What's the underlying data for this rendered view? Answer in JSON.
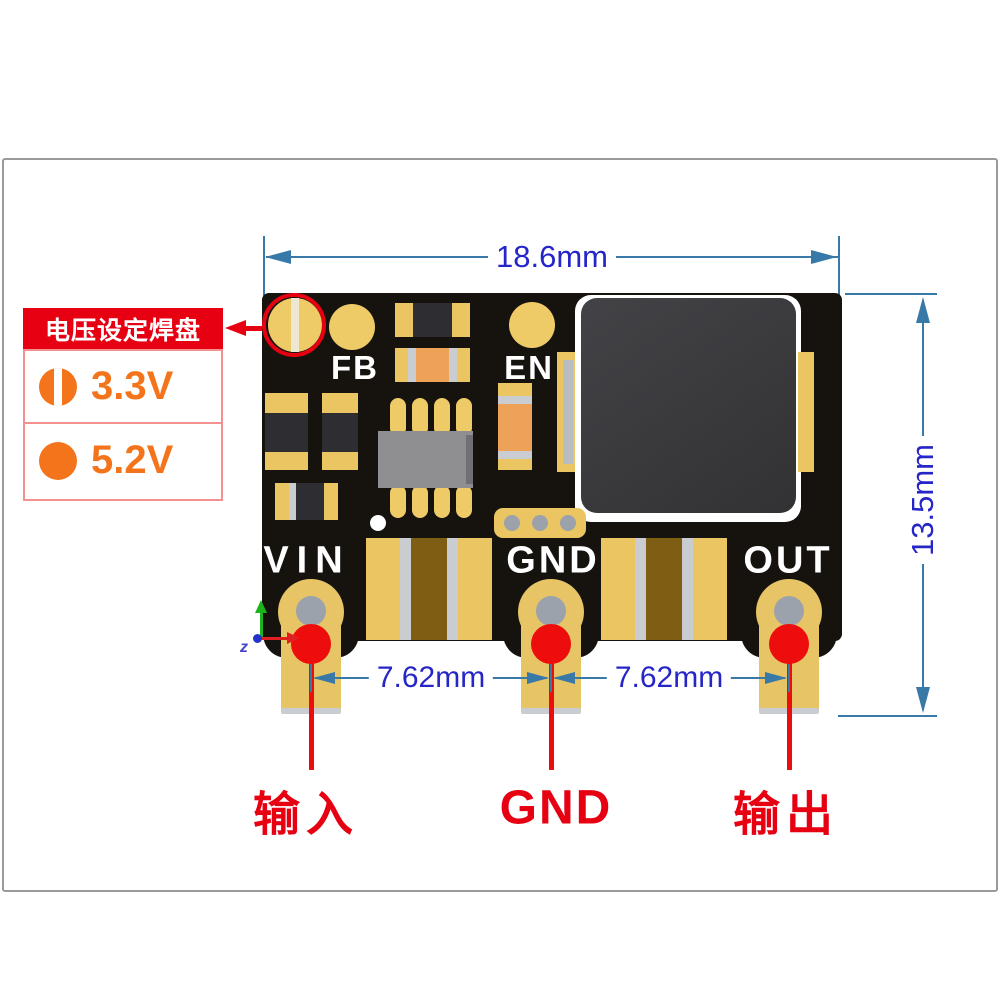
{
  "dimensions": {
    "board_width": "18.6mm",
    "board_height": "13.5mm",
    "pin_pitch_left": "7.62mm",
    "pin_pitch_right": "7.62mm"
  },
  "legend": {
    "title": "电压设定焊盘",
    "options": [
      {
        "icon": "half-filled-pad-icon",
        "label": "3.3V"
      },
      {
        "icon": "filled-pad-icon",
        "label": "5.2V"
      }
    ]
  },
  "board_labels": {
    "fb": "FB",
    "en": "EN",
    "vin": "VIN",
    "gnd": "GND",
    "out": "OUT"
  },
  "pin_annotations": {
    "input": "输入",
    "ground": "GND",
    "output": "输出"
  },
  "axis": {
    "z": "z"
  },
  "colors": {
    "dimension_line": "#3879A8",
    "dimension_text": "#2525C8",
    "annotation_red": "#E60012",
    "legend_orange": "#F4741C",
    "pad_gold": "#EAC561",
    "board_black": "#16130F",
    "inductor_gray": "#39393B"
  }
}
